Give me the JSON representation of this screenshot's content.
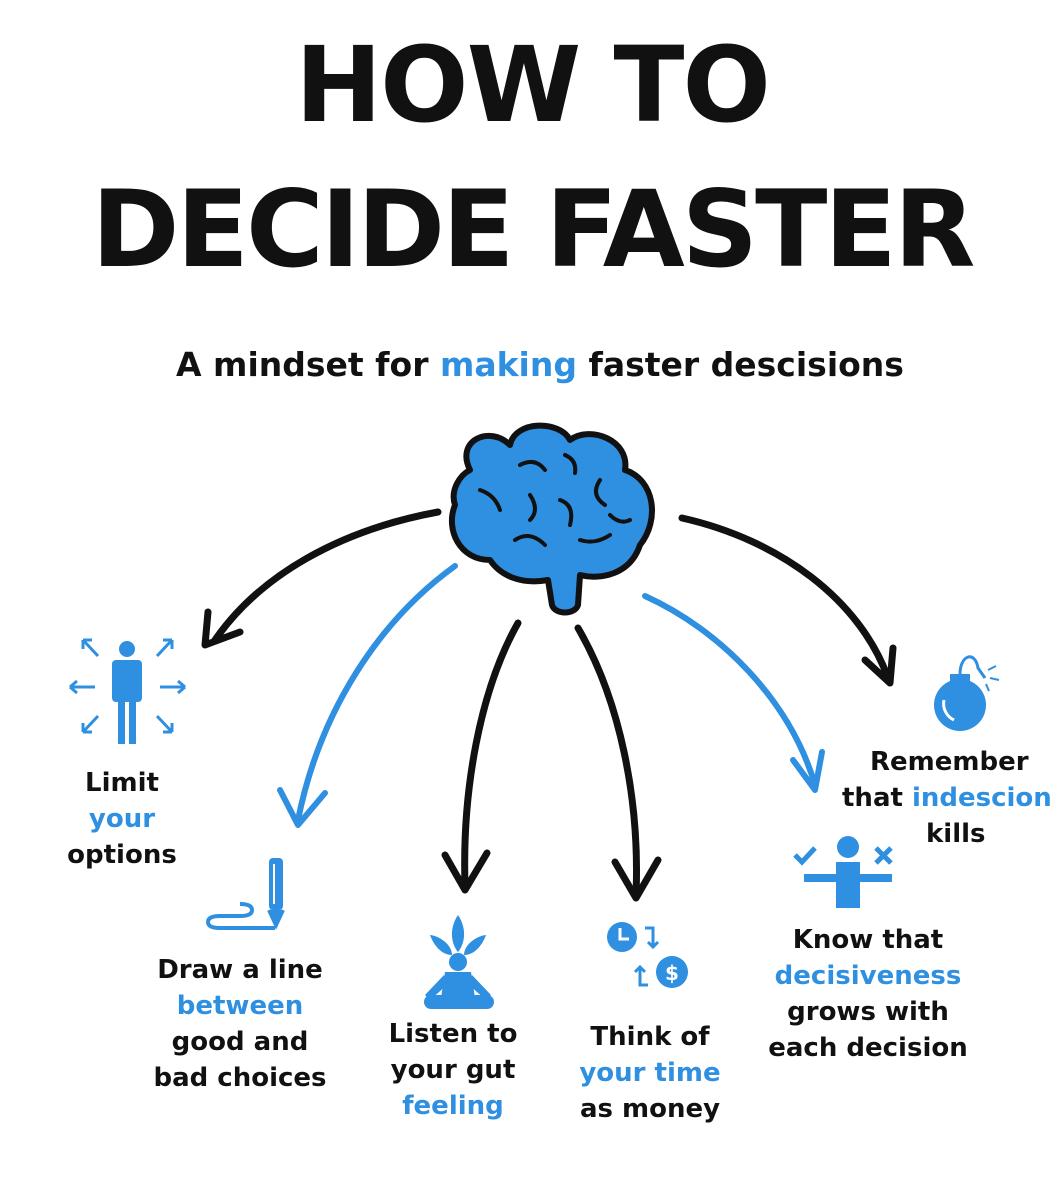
{
  "title": {
    "line1": "HOW TO",
    "line2": "DECIDE FASTER"
  },
  "subtitle": {
    "before": "A mindset for ",
    "highlight": "making",
    "after": " faster descisions"
  },
  "colors": {
    "accent": "#2f8fe0",
    "text": "#111111"
  },
  "center_icon": "brain-icon",
  "tips": [
    {
      "icon": "expand-person-icon",
      "lines": [
        "Limit",
        "your",
        "options"
      ]
    },
    {
      "icon": "pencil-line-icon",
      "lines": [
        "Draw a line",
        "between",
        "good and",
        "bad choices"
      ]
    },
    {
      "icon": "meditation-icon",
      "lines": [
        "Listen to",
        "your gut",
        "feeling"
      ]
    },
    {
      "icon": "time-money-icon",
      "lines": [
        "Think of",
        "your time",
        "as money"
      ]
    },
    {
      "icon": "decision-person-icon",
      "lines": [
        "Know that",
        "decisiveness",
        "grows with",
        "each decision"
      ]
    },
    {
      "icon": "bomb-icon",
      "lines": [
        "Remember",
        "that ",
        "indescion",
        "kills"
      ]
    }
  ]
}
